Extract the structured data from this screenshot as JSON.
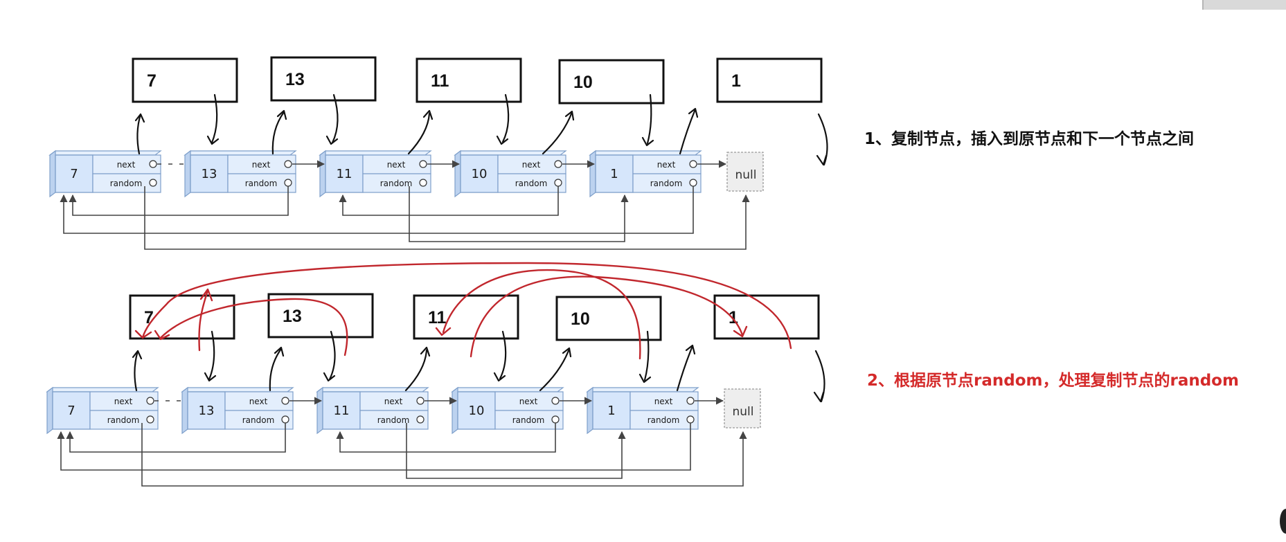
{
  "step1": {
    "text": "1、复制节点，插入到原节点和下一个节点之间",
    "color": "#111111"
  },
  "step2": {
    "text": "2、根据原节点random，处理复制节点的random",
    "color": "#d42a2a"
  },
  "node_values": [
    "7",
    "13",
    "11",
    "10",
    "1"
  ],
  "copy_values": [
    "7",
    "13",
    "11",
    "10",
    "1"
  ],
  "field_labels": {
    "next": "next",
    "random": "random"
  },
  "null_label": "null",
  "colors": {
    "node_fill": "#d6e6fb",
    "node_border": "#7e9fca",
    "red_ink": "#c1272d",
    "ink": "#111111"
  }
}
